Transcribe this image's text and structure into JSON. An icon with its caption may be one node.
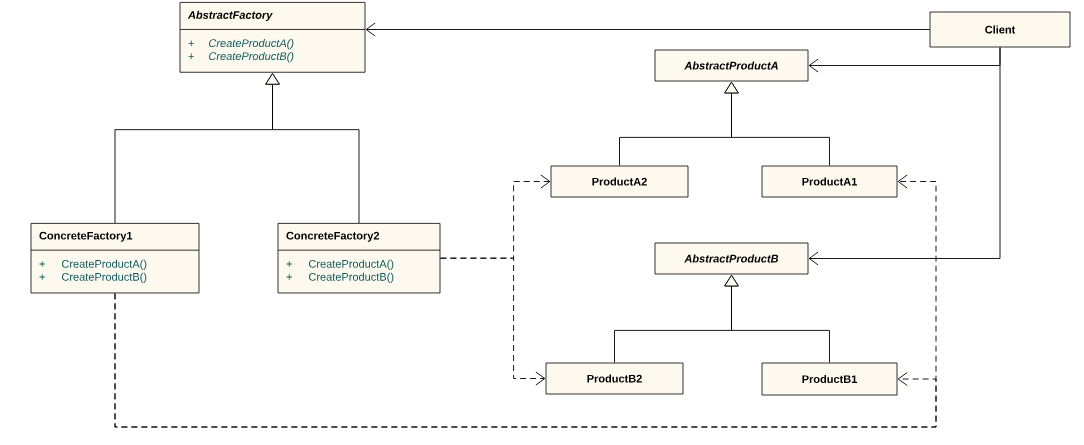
{
  "diagram": {
    "nodes": [
      {
        "text": [
          "AbstractFactory",
          "+",
          "CreateProductA()",
          "+",
          "CreateProductB()"
        ]
      },
      {
        "text": [
          "Client"
        ]
      },
      {
        "text": [
          "ConcreteFactory1",
          "+",
          "CreateProductA()",
          "+",
          "CreateProductB()"
        ]
      },
      {
        "text": [
          "ConcreteFactory2",
          "+",
          "CreateProductA()",
          "+",
          "CreateProductB()"
        ]
      },
      {
        "text": [
          "AbstractProductA"
        ]
      },
      {
        "text": [
          "ProductA2"
        ]
      },
      {
        "text": [
          "ProductA1"
        ]
      },
      {
        "text": [
          "AbstractProductB"
        ]
      },
      {
        "text": [
          "ProductB2"
        ]
      },
      {
        "text": [
          "ProductB1"
        ]
      }
    ],
    "edges": [
      {
        "from": 1,
        "to": 0,
        "arrow": "to"
      },
      {
        "from": 1,
        "to": 4,
        "arrow": "to"
      },
      {
        "from": 1,
        "to": 7,
        "arrow": "to"
      },
      {
        "from": 2,
        "to": 0,
        "arrow": "to"
      },
      {
        "from": 3,
        "to": 0,
        "arrow": "to"
      },
      {
        "from": 5,
        "to": 4,
        "arrow": "to"
      },
      {
        "from": 6,
        "to": 4,
        "arrow": "to"
      },
      {
        "from": 8,
        "to": 7,
        "arrow": "to"
      },
      {
        "from": 9,
        "to": 7,
        "arrow": "to"
      },
      {
        "from": 3,
        "to": 5,
        "arrow": "to",
        "style": "dashed"
      },
      {
        "from": 3,
        "to": 8,
        "arrow": "to",
        "style": "dashed"
      },
      {
        "from": 2,
        "to": 6,
        "arrow": "to",
        "style": "dashed"
      },
      {
        "from": 2,
        "to": 9,
        "arrow": "to",
        "style": "dashed"
      }
    ]
  }
}
